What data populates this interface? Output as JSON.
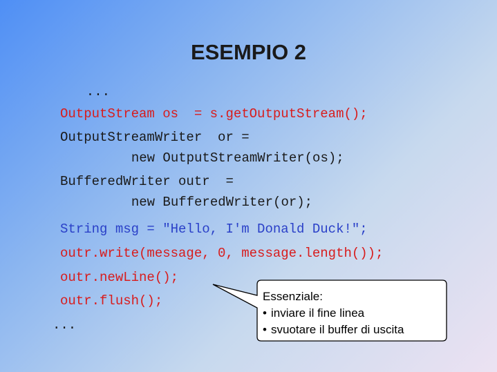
{
  "slide": {
    "title": "ESEMPIO 2",
    "code_lines": [
      {
        "text": "  ...",
        "color": "black"
      },
      {
        "text": "OutputStream os  = s.getOutputStream();",
        "color": "red"
      },
      {
        "text": "OutputStreamWriter  or =",
        "color": "black"
      },
      {
        "text": "       new OutputStreamWriter(os);",
        "color": "black"
      },
      {
        "text": "BufferedWriter outr  =",
        "color": "black"
      },
      {
        "text": "       new BufferedWriter(or);",
        "color": "black"
      },
      {
        "text": "String msg = \"Hello, I'm Donald Duck!\";",
        "color": "blue"
      },
      {
        "text": "outr.write(message, 0, message.length());",
        "color": "red"
      },
      {
        "text": "outr.newLine();",
        "color": "red"
      },
      {
        "text": "outr.flush();",
        "color": "red"
      },
      {
        "text": "...",
        "color": "black"
      }
    ],
    "callout": {
      "heading": "Essenziale",
      "heading_suffix": ":",
      "bullets": [
        "inviare il fine linea",
        "svuotare il buffer di uscita"
      ],
      "bullet_symbol": "•"
    }
  }
}
